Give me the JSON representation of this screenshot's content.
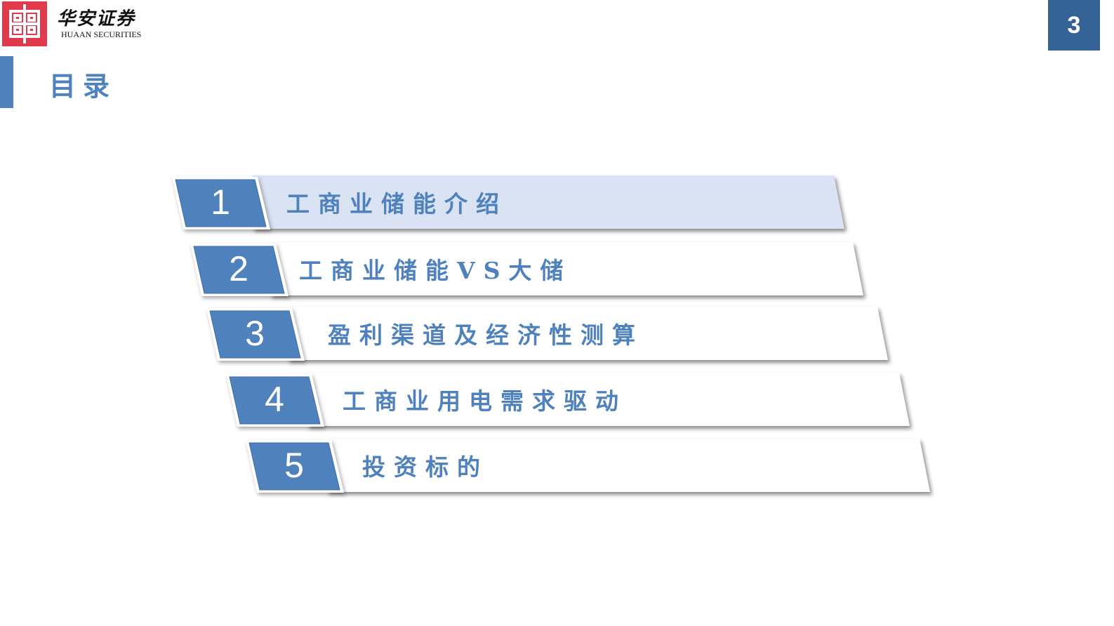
{
  "header": {
    "logo_cn": "华安证券",
    "logo_en": "HUAAN SECURITIES",
    "page_number": "3"
  },
  "section": {
    "title": "目录"
  },
  "agenda": {
    "items": [
      {
        "number": "1",
        "label": "工商业储能介绍",
        "active": true
      },
      {
        "number": "2",
        "label": "工商业储能VS大储",
        "active": false
      },
      {
        "number": "3",
        "label": "盈利渠道及经济性测算",
        "active": false
      },
      {
        "number": "4",
        "label": "工商业用电需求驱动",
        "active": false
      },
      {
        "number": "5",
        "label": "投资标的",
        "active": false
      }
    ]
  },
  "colors": {
    "brand_red": "#e03a4c",
    "badge_blue": "#4f81bd",
    "page_number_bg": "#356396",
    "active_row_bg": "#dae3f3",
    "inactive_row_bg": "#ffffff",
    "text_blue": "#4f81bd"
  }
}
